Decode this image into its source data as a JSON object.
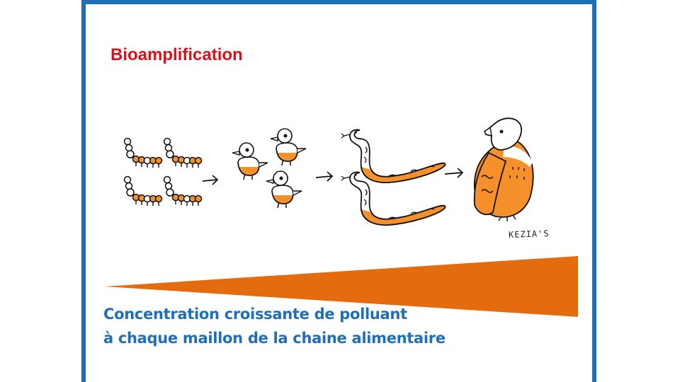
{
  "slide": {
    "title": "Bioamplification",
    "caption_line1": "Concentration croissante de polluant",
    "caption_line2": "à chaque maillon de la chaine alimentaire",
    "signature": "KEZIA'S"
  },
  "colors": {
    "frame": "#1f6fb8",
    "title": "#d4141c",
    "caption": "#1f6fb8",
    "pollutant": "#f5902a",
    "wedge": "#e56c0e"
  },
  "food_chain": [
    "caterpillars",
    "birds",
    "snakes",
    "eagle"
  ]
}
